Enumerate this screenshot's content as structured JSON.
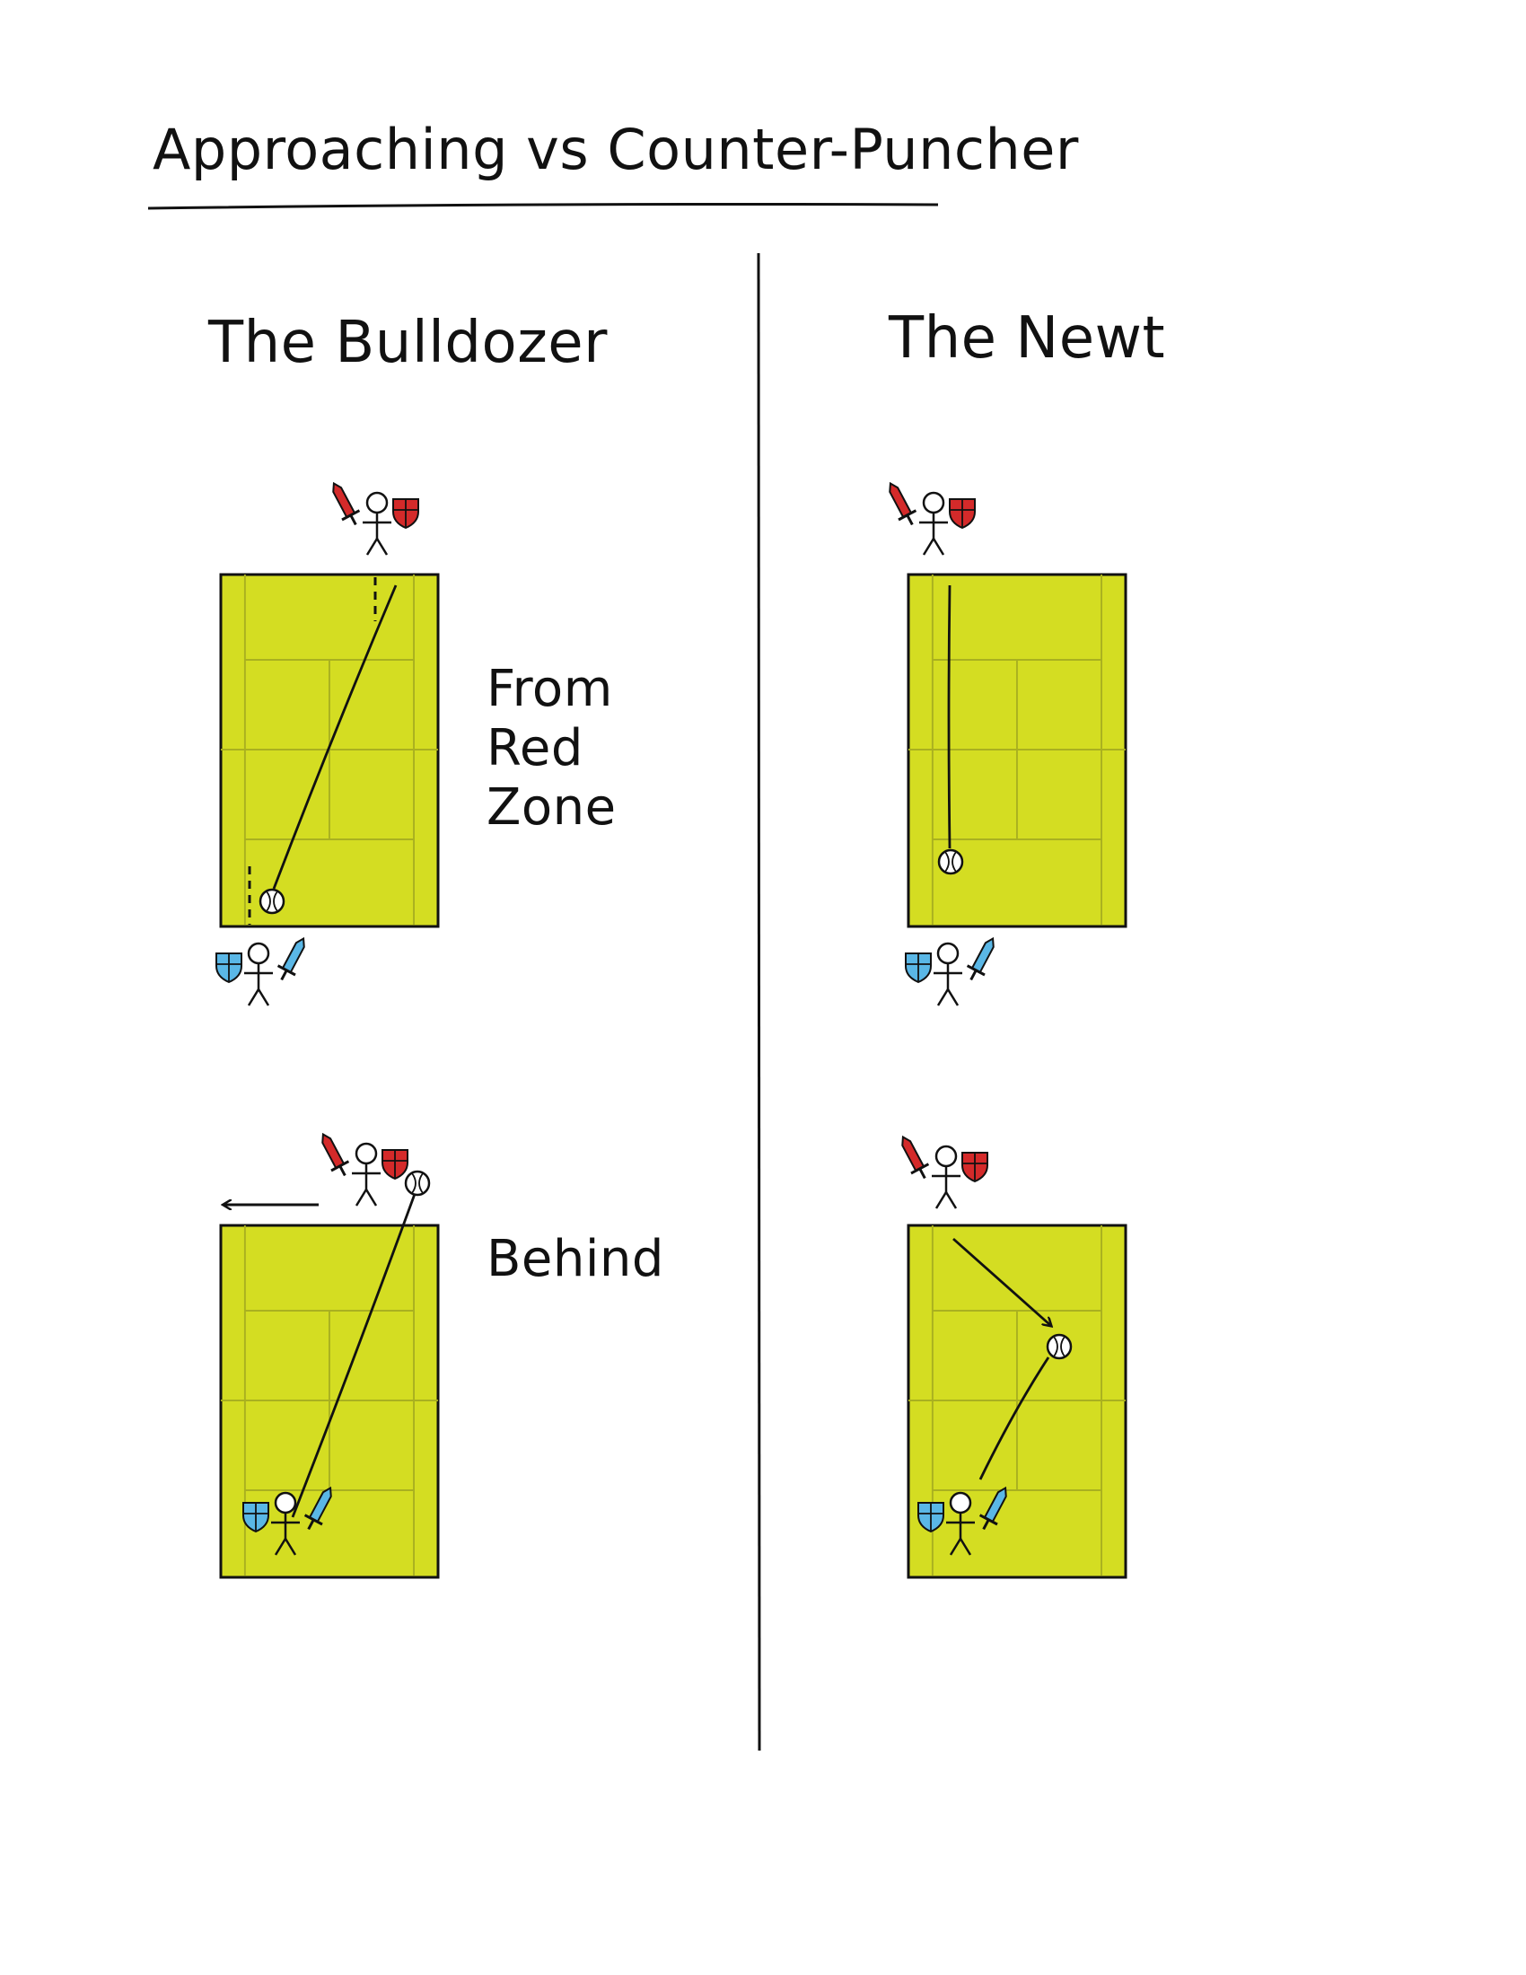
{
  "title": "Approaching vs Counter-Puncher",
  "columns": {
    "left": {
      "title": "The Bulldozer"
    },
    "right": {
      "title": "The Newt"
    }
  },
  "notes": {
    "red_zone": [
      "From",
      "Red",
      "Zone"
    ],
    "behind": "Behind"
  },
  "colors": {
    "court": "#d4dd22",
    "court_lines": "#a9b020",
    "ink": "#111111",
    "red_team": "#d42a2a",
    "blue_team": "#5ab7e6"
  }
}
